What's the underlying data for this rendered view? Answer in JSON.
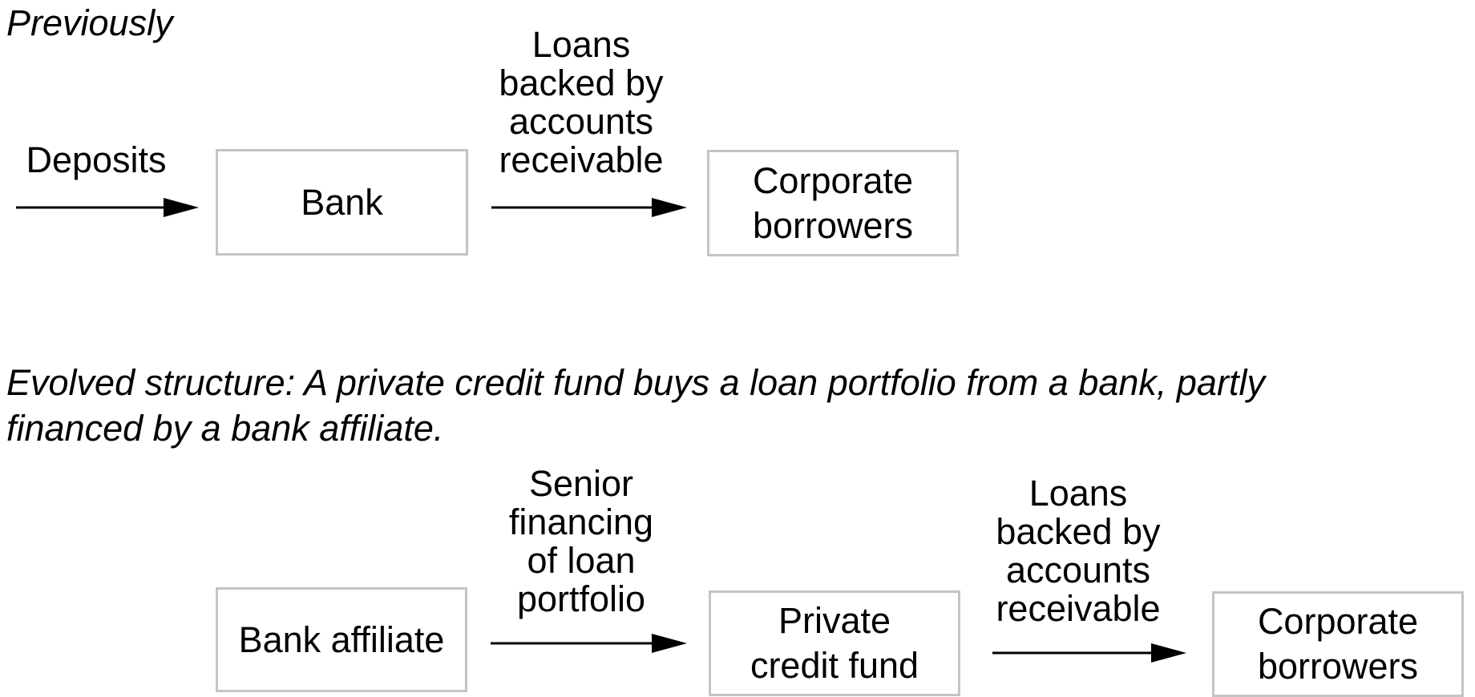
{
  "sections": [
    {
      "heading": "Previously",
      "entities": [
        {
          "id": "bank",
          "label": "Bank"
        },
        {
          "id": "corporate_borrowers_1",
          "label": "Corporate\nborrowers"
        }
      ],
      "flows": [
        {
          "to": "bank",
          "label": [
            "Deposits"
          ]
        },
        {
          "from": "bank",
          "to": "corporate_borrowers_1",
          "label": [
            "Loans",
            "backed by",
            "accounts",
            "receivable"
          ]
        }
      ]
    },
    {
      "heading": "Evolved structure: A private credit fund buys a loan portfolio from a bank, partly\nfinanced by a bank affiliate.",
      "entities": [
        {
          "id": "bank_affiliate",
          "label": "Bank affiliate"
        },
        {
          "id": "private_credit_fund",
          "label": "Private\ncredit fund"
        },
        {
          "id": "corporate_borrowers_2",
          "label": "Corporate\nborrowers"
        }
      ],
      "flows": [
        {
          "from": "bank_affiliate",
          "to": "private_credit_fund",
          "label": [
            "Senior",
            "financing",
            "of loan",
            "portfolio"
          ]
        },
        {
          "from": "private_credit_fund",
          "to": "corporate_borrowers_2",
          "label": [
            "Loans",
            "backed by",
            "accounts",
            "receivable"
          ]
        }
      ]
    }
  ],
  "colors": {
    "box_border": "#c4c4c4",
    "arrow": "#000000",
    "text": "#000000"
  }
}
